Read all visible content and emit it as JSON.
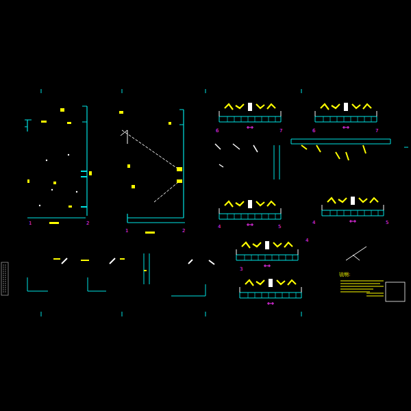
{
  "diagram": {
    "labels": [
      "6",
      "7",
      "6",
      "7",
      "4",
      "5",
      "4",
      "5",
      "3",
      "4",
      "1",
      "2",
      "1",
      "2",
      "说明:"
    ]
  }
}
